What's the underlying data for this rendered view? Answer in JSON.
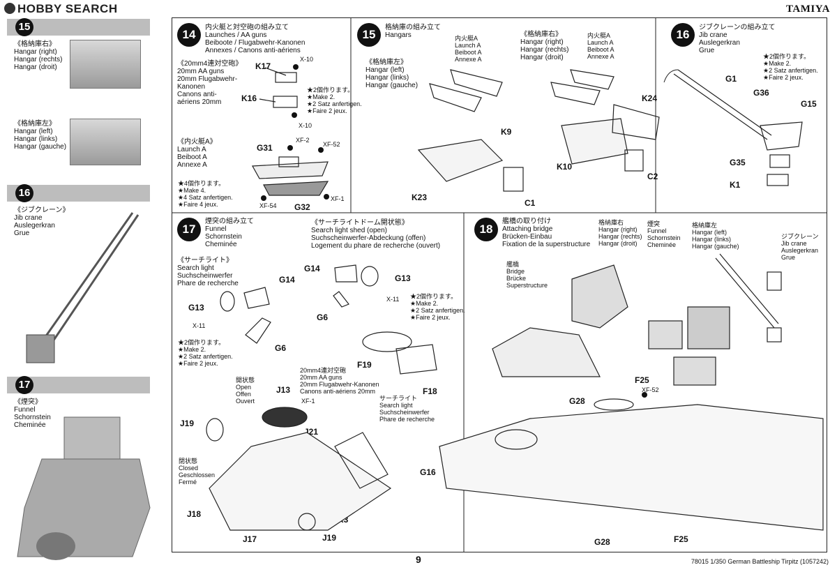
{
  "header": {
    "site_logo": "HOBBY SEARCH",
    "brand": "TAMIYA"
  },
  "left_column": {
    "s15": {
      "number": "15",
      "right_label": "《格納庫右》\nHangar (right)\nHangar (rechts)\nHangar (droit)",
      "left_label": "《格納庫左》\nHangar (left)\nHangar (links)\nHangar (gauche)"
    },
    "s16": {
      "number": "16",
      "label": "《ジブクレーン》\nJib crane\nAuslegerkran\nGrue"
    },
    "s17": {
      "number": "17",
      "label": "《煙突》\nFunnel\nSchornstein\nCheminée"
    }
  },
  "step14": {
    "number": "14",
    "title": "内火艇と対空砲の組み立て\nLaunches / AA guns\nBeiboote / Flugabwehr-Kanonen\nAnnexes / Canons anti-aériens",
    "aa_label": "《20mm4連対空砲》\n20mm AA guns\n20mm Flugabwehr-\nKanonen\nCanons anti-\naériens 20mm",
    "launch_label": "《内火艇A》\nLaunch A\nBeiboot A\nAnnexe A",
    "make2": "★2個作ります。\n★Make 2.\n★2 Satz anfertigen.\n★Faire 2 jeux.",
    "make4": "★4個作ります。\n★Make 4.\n★4 Satz anfertigen.\n★Faire 4 jeux.",
    "parts": {
      "k17": "K17",
      "k16": "K16",
      "x10a": "X-10",
      "x10b": "X-10",
      "g31": "G31",
      "g32": "G32",
      "xf2": "XF-2",
      "xf52": "XF-52",
      "xf1": "XF-1",
      "xf54": "XF-54"
    }
  },
  "step15": {
    "number": "15",
    "title": "格納庫の組み立て\nHangars",
    "left_label": "《格納庫左》\nHangar (left)\nHangar (links)\nHangar (gauche)",
    "right_label": "《格納庫右》\nHangar (right)\nHangar (rechts)\nHangar (droit)",
    "launch_a1": "内火艇A\nLaunch A\nBeiboot A\nAnnexe A",
    "launch_a2": "内火艇A\nLaunch A\nBeiboot A\nAnnexe A",
    "parts": {
      "k9": "K9",
      "k23": "K23",
      "c1": "C1",
      "k10": "K10",
      "k24": "K24",
      "c2": "C2"
    }
  },
  "step16": {
    "number": "16",
    "title": "ジブクレーンの組み立て\nJib crane\nAuslegerkran\nGrue",
    "make2": "★2個作ります。\n★Make 2.\n★2 Satz anfertigen.\n★Faire 2 jeux.",
    "parts": {
      "g1": "G1",
      "g36": "G36",
      "g15": "G15",
      "g35": "G35",
      "k1": "K1"
    }
  },
  "step17": {
    "number": "17",
    "title": "煙突の組み立て\nFunnel\nSchornstein\nCheminée",
    "shed_label": "《サーチライトドーム開状態》\nSearch light shed (open)\nSuchscheinwerfer-Abdeckung (offen)\nLogement du phare de recherche (ouvert)",
    "searchlight_label": "《サーチライト》\nSearch light\nSuchscheinwerfer\nPhare de recherche",
    "make2a": "★2個作ります。\n★Make 2.\n★2 Satz anfertigen.\n★Faire 2 jeux.",
    "make2b": "★2個作ります。\n★Make 2.\n★2 Satz anfertigen.\n★Faire 2 jeux.",
    "open_label": "開状態\nOpen\nOffen\nOuvert",
    "closed_label": "閉状態\nClosed\nGeschlossen\nFermé",
    "aa_label": "20mm4連対空砲\n20mm AA guns\n20mm Flugabwehr-Kanonen\nCanons anti-aériens 20mm",
    "sl_label": "サーチライト\nSearch light\nSuchscheinwerfer\nPhare de recherche",
    "parts": {
      "g14a": "G14",
      "g13a": "G13",
      "x11a": "X-11",
      "g6a": "G6",
      "g14b": "G14",
      "g13b": "G13",
      "x11b": "X-11",
      "g6b": "G6",
      "f19": "F19",
      "f18": "F18",
      "j13": "J13",
      "j19a": "J19",
      "j21": "J21",
      "xf1": "XF-1",
      "g16": "G16",
      "j18": "J18",
      "k3": "K3",
      "j17": "J17",
      "j19b": "J19"
    }
  },
  "step18": {
    "number": "18",
    "title": "艦橋の取り付け\nAttaching bridge\nBrücken-Einbau\nFixation de la superstructure",
    "bridge_label": "艦橋\nBridge\nBrücke\nSuperstructure",
    "hangar_right": "格納庫右\nHangar (right)\nHangar (rechts)\nHangar (droit)",
    "funnel": "煙突\nFunnel\nSchornstein\nCheminée",
    "hangar_left": "格納庫左\nHangar (left)\nHangar (links)\nHangar (gauche)",
    "jib": "ジブクレーン\nJib crane\nAuslegerkran\nGrue",
    "parts": {
      "f25a": "F25",
      "xf52": "XF-52",
      "g28a": "G28",
      "g28b": "G28",
      "f25b": "F25"
    }
  },
  "footer": {
    "page_number": "9",
    "product": "78015  1/350 German Battleship Tirpitz (1057242)"
  }
}
